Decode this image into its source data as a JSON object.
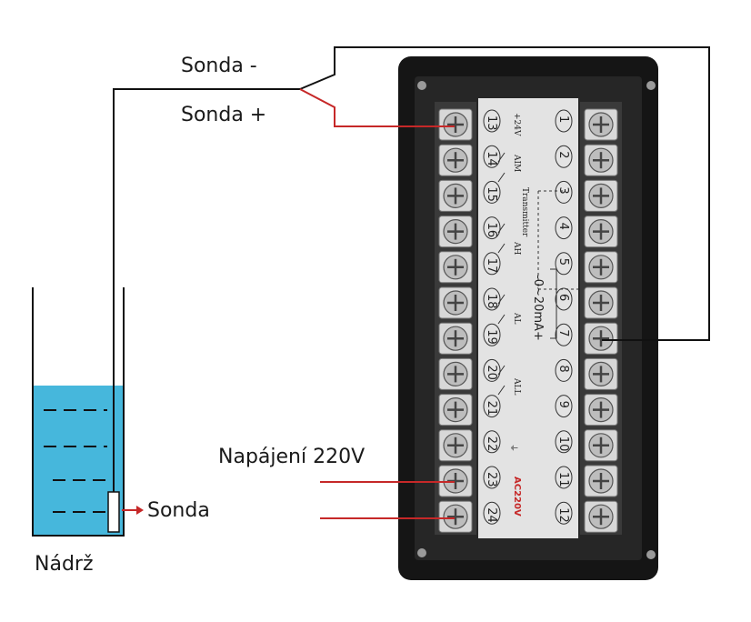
{
  "labels": {
    "sonda_minus": "Sonda -",
    "sonda_plus": "Sonda +",
    "napajeni": "Napájení 220V",
    "sonda": "Sonda",
    "nadrz": "Nádrž"
  },
  "terminals": {
    "left": [
      "13",
      "14",
      "15",
      "16",
      "17",
      "18",
      "19",
      "20",
      "21",
      "22",
      "23",
      "24"
    ],
    "right": [
      "1",
      "2",
      "3",
      "4",
      "5",
      "6",
      "7",
      "8",
      "9",
      "10",
      "11",
      "12"
    ]
  },
  "panel_text": {
    "v24": "+24V",
    "aim": "AIM",
    "transmitter": "Transmitter",
    "ah": "AH",
    "al": "AL",
    "all": "ALL",
    "ground": "⏚",
    "ac220": "AC220V",
    "current": "-0~20mA+"
  },
  "colors": {
    "wire_black": "#111111",
    "wire_red": "#c62828",
    "water": "#46b7dc",
    "device_body": "#1c1c1c",
    "panel": "#e3e3e3"
  }
}
